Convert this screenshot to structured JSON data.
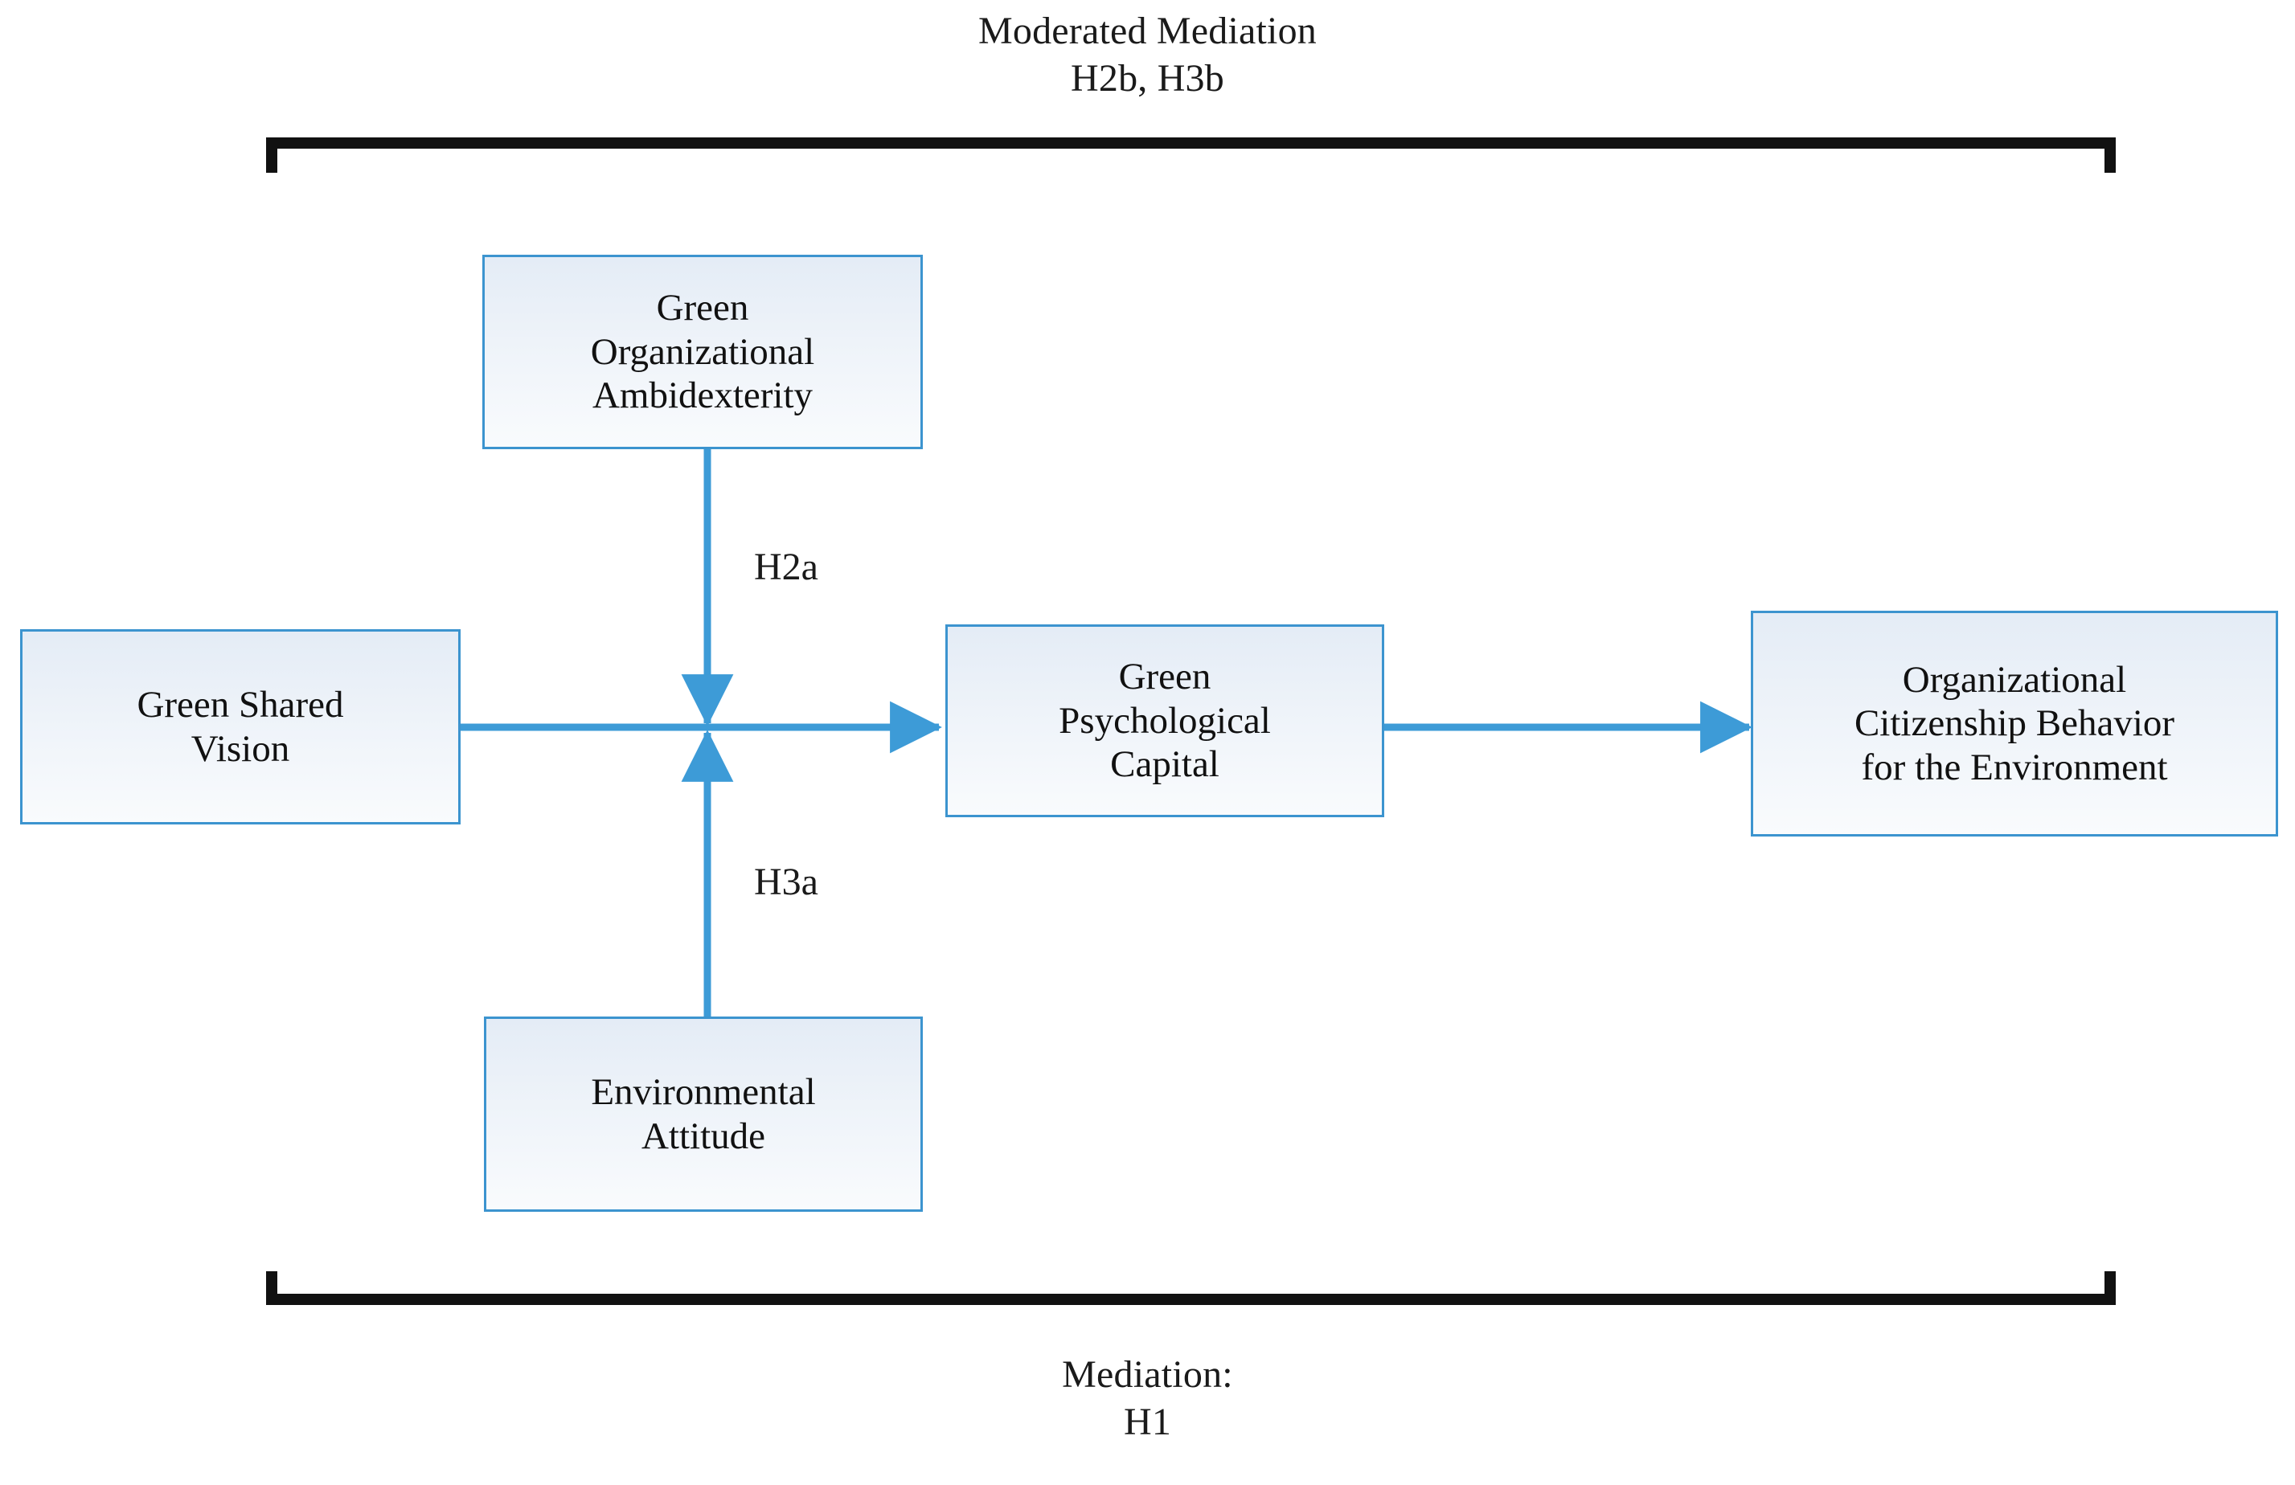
{
  "figure": {
    "type": "conceptual-research-model",
    "background_color": "#ffffff",
    "node_border_color": "#3c94cf",
    "node_fill_top": "#e4ecf6",
    "node_fill_bottom": "#f9fbfd",
    "connector_color": "#3d9bd7",
    "bracket_color": "#111111",
    "text_color": "#111111"
  },
  "brackets": {
    "top": {
      "caption": "Moderated Mediation\nH2b, H3b",
      "caption_line1": "Moderated Mediation",
      "caption_line2": "H2b, H3b"
    },
    "bottom": {
      "caption": "Mediation:\nH1",
      "caption_line1": "Mediation:",
      "caption_line2": "H1"
    }
  },
  "nodes": [
    {
      "id": "green-organizational-ambidexterity",
      "label": "Green\nOrganizational\nAmbidexterity",
      "role": "moderator"
    },
    {
      "id": "green-shared-vision",
      "label": "Green Shared\nVision",
      "role": "independent-variable"
    },
    {
      "id": "green-psychological-capital",
      "label": "Green\nPsychological\nCapital",
      "role": "mediator"
    },
    {
      "id": "organizational-citizenship-behavior-for-the-environment",
      "label": "Organizational\nCitizenship Behavior\nfor the Environment",
      "role": "dependent-variable"
    },
    {
      "id": "environmental-attitude",
      "label": "Environmental\nAttitude",
      "role": "moderator"
    }
  ],
  "path_labels": [
    {
      "id": "h2a",
      "text": "H2a",
      "from": "green-organizational-ambidexterity"
    },
    {
      "id": "h3a",
      "text": "H3a",
      "from": "environmental-attitude"
    }
  ],
  "hypotheses": [
    "H1",
    "H2a",
    "H2b",
    "H3a",
    "H3b"
  ]
}
